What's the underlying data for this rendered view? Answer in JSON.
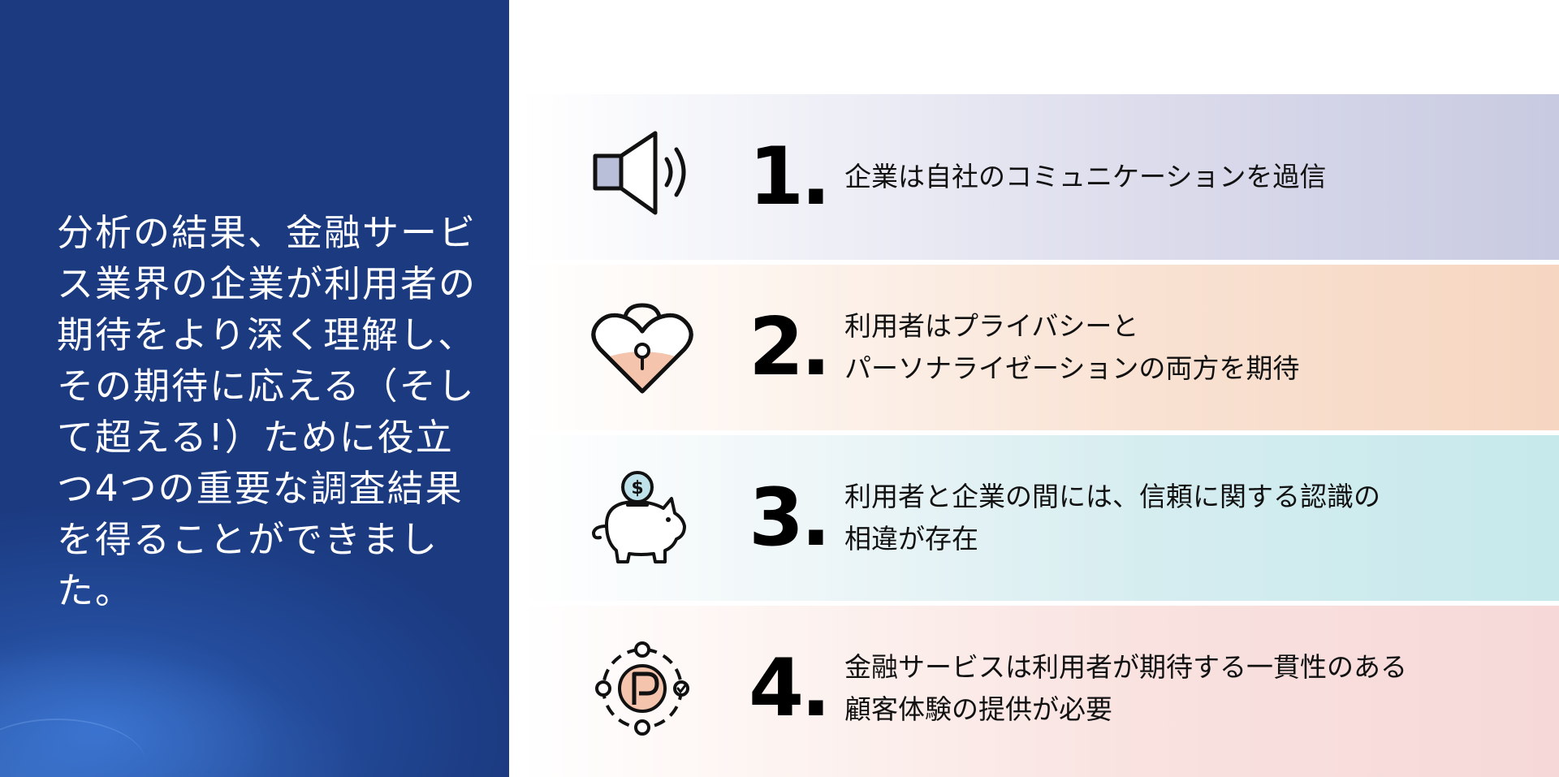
{
  "intro": {
    "text": "分析の結果、金融サービス業界の企業が利用者の期待をより深く理解し、その期待に応える（そして超える!）ために役立つ4つの重要な調査結果を得ることができました。"
  },
  "colors": {
    "left_panel": "#1b3a80",
    "accent_lavender": "#c8cae1",
    "accent_peach": "#f6d6c1",
    "accent_aqua": "#c6e9ec",
    "accent_pink": "#f6d8d8",
    "icon_fill": "#f4c4ad"
  },
  "findings": [
    {
      "number": "1.",
      "icon": "megaphone-icon",
      "lines": [
        "企業は自社のコミュニケーションを過信"
      ]
    },
    {
      "number": "2.",
      "icon": "heart-lock-icon",
      "lines": [
        "利用者はプライバシーと",
        "パーソナライゼーションの両方を期待"
      ]
    },
    {
      "number": "3.",
      "icon": "piggy-bank-icon",
      "lines": [
        "利用者と企業の間には、信頼に関する認識の",
        "相違が存在"
      ]
    },
    {
      "number": "4.",
      "icon": "connected-p-icon",
      "lines": [
        "金融サービスは利用者が期待する一貫性のある",
        "顧客体験の提供が必要"
      ]
    }
  ]
}
